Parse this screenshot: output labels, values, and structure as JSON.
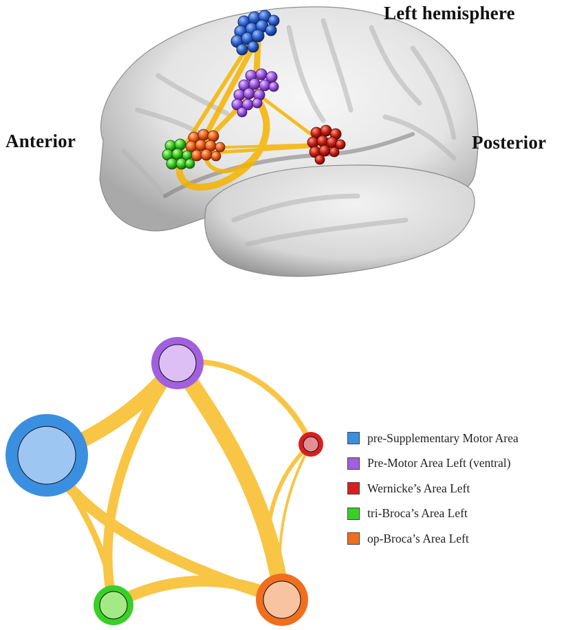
{
  "labels": {
    "hemisphere": "Left hemisphere",
    "anterior": "Anterior",
    "posterior": "Posterior"
  },
  "colors": {
    "connection": "#f7b91d",
    "pre_sma": "#3b8fe0",
    "pre_motor": "#a25fe0",
    "wernicke": "#d81f1f",
    "tri_broca": "#38d026",
    "op_broca": "#f06e1e"
  },
  "legend": [
    {
      "label": "pre-Supplementary Motor Area",
      "color": "#3b8fe0"
    },
    {
      "label": "Pre-Motor Area Left (ventral)",
      "color": "#a25fe0"
    },
    {
      "label": "Wernicke’s Area Left",
      "color": "#d81f1f"
    },
    {
      "label": "tri-Broca’s Area Left",
      "color": "#38d026"
    },
    {
      "label": "op-Broca’s Area Left",
      "color": "#f06e1e"
    }
  ]
}
